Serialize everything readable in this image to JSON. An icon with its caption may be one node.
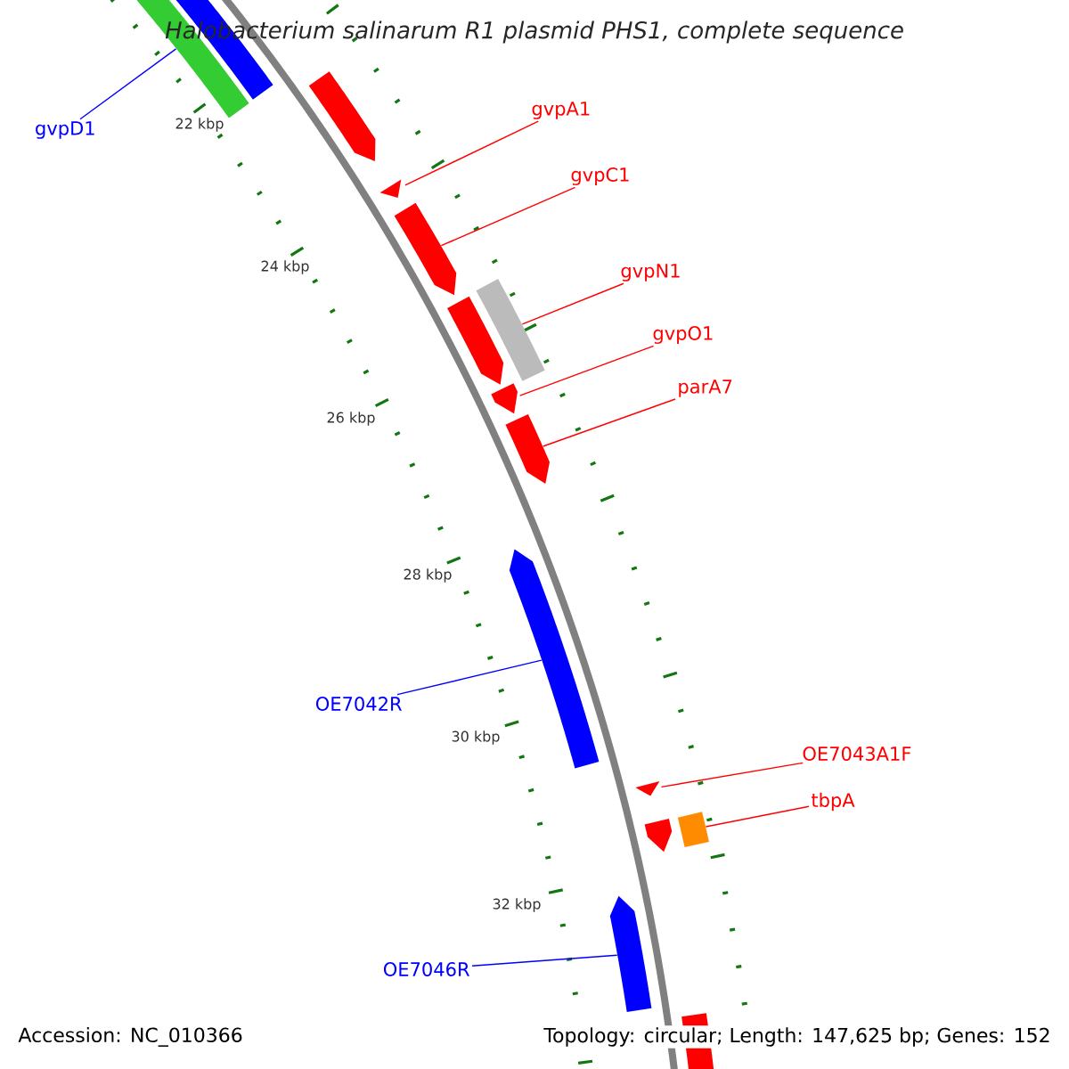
{
  "diagram": {
    "title": "Halobacterium salinarum R1 plasmid PHS1, complete sequence",
    "nodes": [
      {
        "text": [
          "gvpD1"
        ]
      },
      {
        "text": [],
        "shape": "arrow"
      },
      {
        "text": [],
        "shape": "arrow"
      },
      {
        "text": [],
        "shape": "arrow"
      },
      {
        "text": [
          "gvpA1"
        ]
      },
      {
        "text": [],
        "shape": "arrow"
      },
      {
        "text": [
          "gvpC1"
        ]
      },
      {
        "text": [],
        "shape": "arrow"
      },
      {
        "text": [
          "gvpN1"
        ]
      },
      {
        "text": [],
        "shape": "arrow"
      },
      {
        "text": [],
        "shape": "box"
      },
      {
        "text": [
          "gvpO1"
        ]
      },
      {
        "text": [],
        "shape": "arrow"
      },
      {
        "text": [
          "parA7"
        ]
      },
      {
        "text": [],
        "shape": "arrow"
      },
      {
        "text": [
          "OE7042R"
        ]
      },
      {
        "text": [],
        "shape": "arrow"
      },
      {
        "text": [
          "OE7043A1F"
        ]
      },
      {
        "text": [],
        "shape": "arrow"
      },
      {
        "text": [],
        "shape": "arrow"
      },
      {
        "text": [
          "tbpA"
        ]
      },
      {
        "text": [],
        "shape": "box"
      },
      {
        "text": [
          "OE7046R"
        ]
      },
      {
        "text": [],
        "shape": "arrow"
      },
      {
        "text": [],
        "shape": "arrow"
      }
    ],
    "edges": [
      {
        "from": 0,
        "to": 1,
        "arrow": "none",
        "color": "#0000ff"
      },
      {
        "from": 4,
        "to": 5,
        "arrow": "none"
      },
      {
        "from": 6,
        "to": 7,
        "arrow": "none"
      },
      {
        "from": 8,
        "to": 10,
        "arrow": "none"
      },
      {
        "from": 11,
        "to": 12,
        "arrow": "none"
      },
      {
        "from": 13,
        "to": 14,
        "arrow": "none"
      },
      {
        "from": 15,
        "to": 16,
        "arrow": "none",
        "color": "#0000ff"
      },
      {
        "from": 17,
        "to": 18,
        "arrow": "none"
      },
      {
        "from": 20,
        "to": 21,
        "arrow": "none"
      },
      {
        "from": 22,
        "to": 23,
        "arrow": "none",
        "color": "#0000ff"
      }
    ],
    "labels": [
      "22 kbp",
      "24 kbp",
      "26 kbp",
      "28 kbp",
      "30 kbp",
      "32 kbp",
      "Accession: NC_010366",
      "Topology: circular; Length: 147,625 bp; Genes: 152"
    ]
  }
}
